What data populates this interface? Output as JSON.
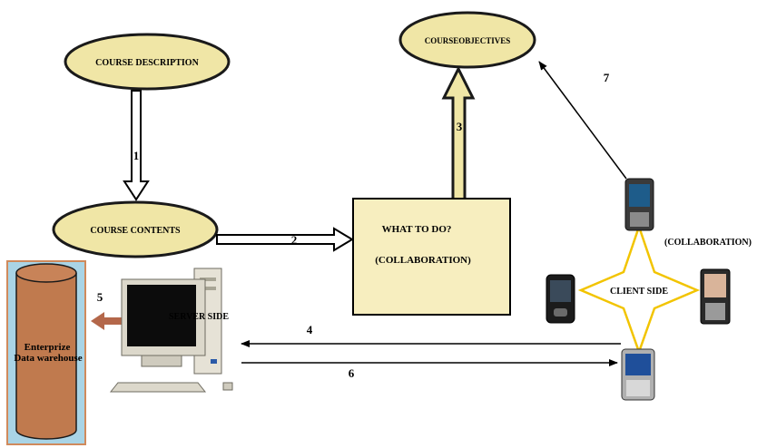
{
  "nodes": {
    "course_description": "COURSE DESCRIPTION",
    "course_objectives": "COURSEOBJECTIVES",
    "course_contents": "COURSE CONTENTS",
    "what_to_do": "WHAT TO DO?",
    "what_to_do_sub": "(COLLABORATION)",
    "server_side": "SERVER SIDE",
    "warehouse_line1": "Enterprize",
    "warehouse_line2": "Data warehouse",
    "client_side": "CLIENT SIDE",
    "client_collab": "(COLLABORATION)"
  },
  "steps": {
    "s1": "1",
    "s2": "2",
    "s3": "3",
    "s4": "4",
    "s5": "5",
    "s6": "6",
    "s7": "7"
  },
  "colors": {
    "ellipse_fill": "#f0e6a6",
    "box_fill": "#f7eebf",
    "cylinder_fill": "#c07a4e",
    "warehouse_bg": "#a9d4e6",
    "star_stroke": "#f2c400",
    "arrow_brown": "#b4674a"
  }
}
